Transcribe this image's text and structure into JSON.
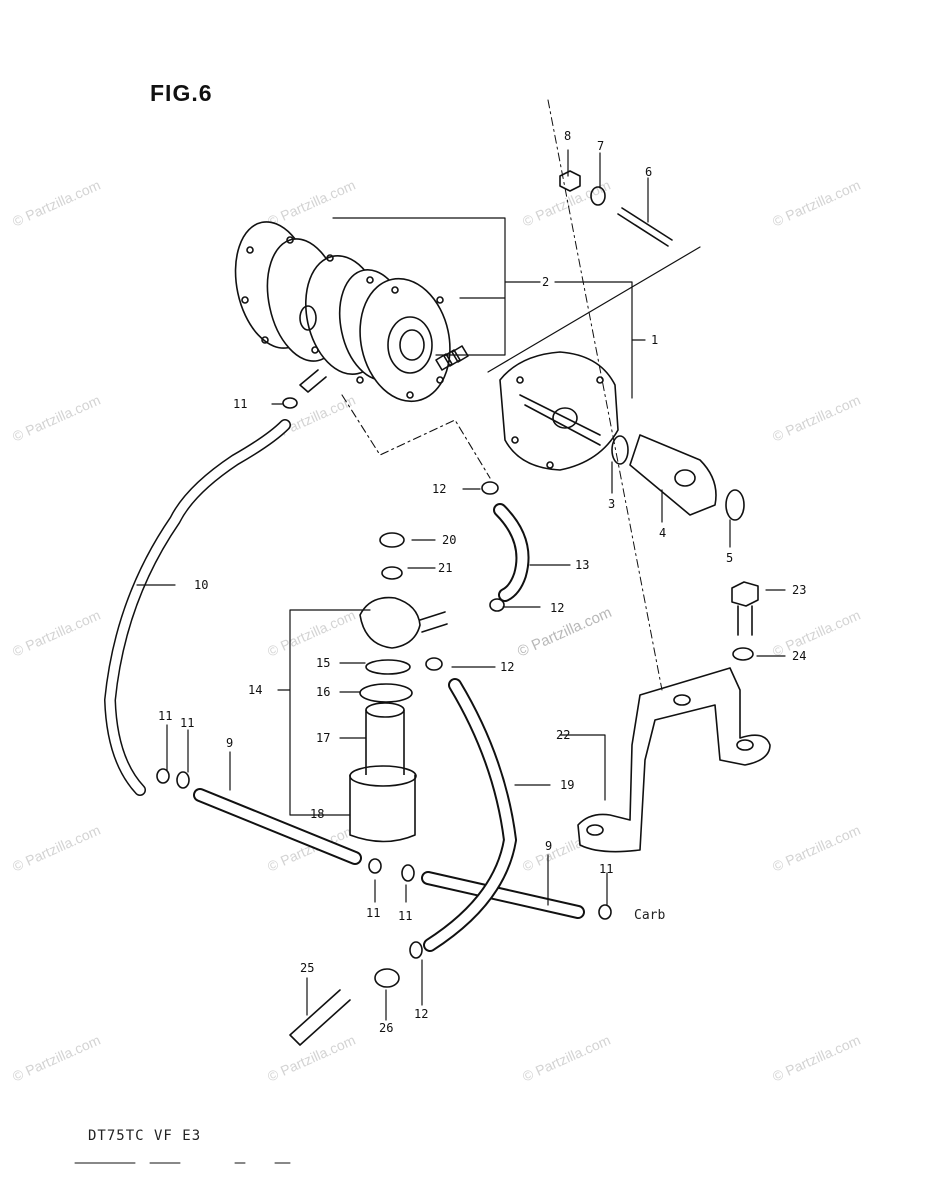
{
  "figure": {
    "title": "FIG.6",
    "model_code": "DT75TC VF E3",
    "carb_label": "Carb"
  },
  "watermark": {
    "text": "© Partzilla.com"
  },
  "callouts": {
    "n1": "1",
    "n2": "2",
    "n3": "3",
    "n4": "4",
    "n5": "5",
    "n6": "6",
    "n7": "7",
    "n8": "8",
    "n9": "9",
    "n10": "10",
    "n11": "11",
    "n12": "12",
    "n13": "13",
    "n14": "14",
    "n15": "15",
    "n16": "16",
    "n17": "17",
    "n18": "18",
    "n19": "19",
    "n20": "20",
    "n21": "21",
    "n22": "22",
    "n23": "23",
    "n24": "24",
    "n25": "25",
    "n26": "26"
  },
  "colors": {
    "line": "#111111",
    "watermark": "#d3d3d3"
  }
}
